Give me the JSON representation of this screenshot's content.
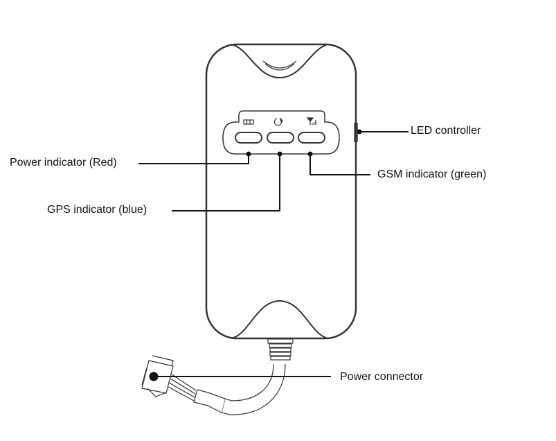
{
  "labels": {
    "power_indicator": "Power indicator (Red)",
    "gps_indicator": "GPS indicator (blue)",
    "gsm_indicator": "GSM indicator (green)",
    "led_controller": "LED controller",
    "power_connector": "Power connector"
  },
  "icons": [
    "battery-icon",
    "satellite-icon",
    "signal-icon"
  ],
  "colors": {
    "line": "#111111",
    "outline": "#333333"
  }
}
